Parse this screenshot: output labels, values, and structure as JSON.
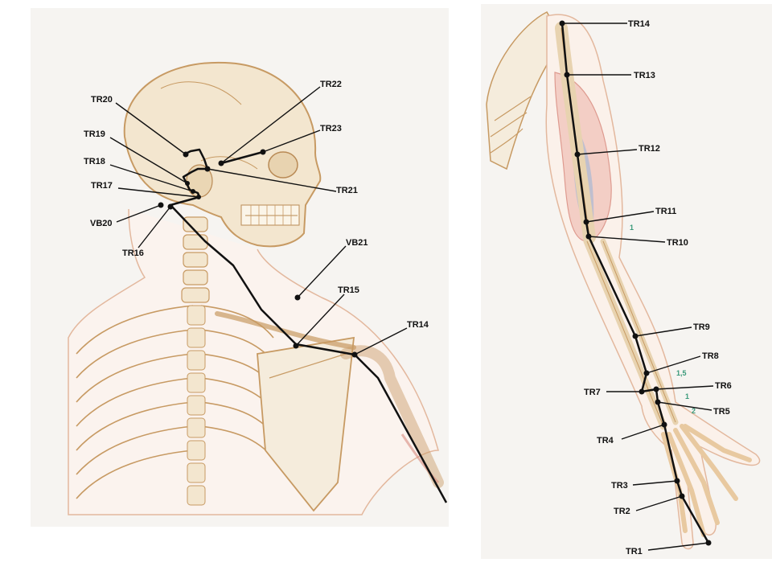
{
  "colors": {
    "background": "#ffffff",
    "paper": "#f6f4f1",
    "bone": "#f3e6cf",
    "bone_outline": "#c79a63",
    "skin_outline": "#e3b89e",
    "muscle_red": "#d98c80",
    "muscle_blue": "#9fb6d6",
    "meridian_line": "#111111",
    "green_numbers": "#3a9a7a"
  },
  "head_figure": {
    "labels": {
      "TR20": "TR20",
      "TR19": "TR19",
      "TR18": "TR18",
      "TR17": "TR17",
      "VB20": "VB20",
      "TR16": "TR16",
      "TR22": "TR22",
      "TR23": "TR23",
      "TR21": "TR21",
      "VB21": "VB21",
      "TR15": "TR15",
      "TR14": "TR14"
    }
  },
  "arm_figure": {
    "labels": {
      "TR14": "TR14",
      "TR13": "TR13",
      "TR12": "TR12",
      "TR11": "TR11",
      "TR10": "TR10",
      "TR9": "TR9",
      "TR8": "TR8",
      "TR7": "TR7",
      "TR6": "TR6",
      "TR5": "TR5",
      "TR4": "TR4",
      "TR3": "TR3",
      "TR2": "TR2",
      "TR1": "TR1"
    },
    "distance_marks": {
      "n1_upper": "1",
      "n15": "1,5",
      "n1_lower": "1",
      "n2": "2"
    }
  }
}
